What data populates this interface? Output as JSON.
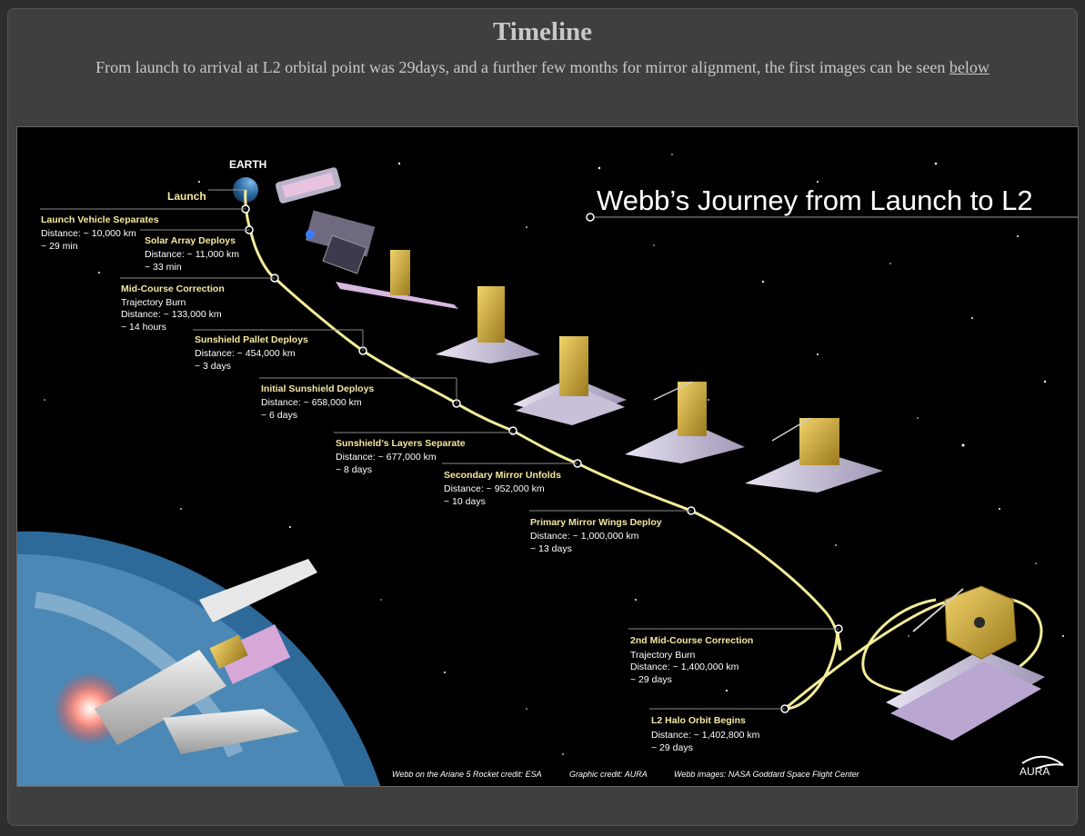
{
  "page": {
    "title": "Timeline",
    "subtitle_text": "From launch to arrival at L2 orbital point was 29days, and a further few months for mirror alignment, the first images can be seen ",
    "subtitle_link": "below"
  },
  "graphic": {
    "heading": "Webb’s Journey from Launch to L2",
    "earth_label": "EARTH",
    "launch_label": "Launch",
    "milestones": [
      {
        "title": "Launch Vehicle Separates",
        "lines": [
          "Distance: ~ 10,000 km",
          "~ 29 min"
        ]
      },
      {
        "title": "Solar Array Deploys",
        "lines": [
          "Distance: ~ 11,000 km",
          "~ 33 min"
        ]
      },
      {
        "title": "Mid-Course Correction",
        "lines": [
          "Trajectory Burn",
          "Distance: ~ 133,000 km",
          "~ 14 hours"
        ]
      },
      {
        "title": "Sunshield Pallet Deploys",
        "lines": [
          "Distance: ~ 454,000 km",
          "~ 3 days"
        ]
      },
      {
        "title": "Initial Sunshield Deploys",
        "lines": [
          "Distance: ~ 658,000 km",
          "~ 6 days"
        ]
      },
      {
        "title": "Sunshield’s Layers Separate",
        "lines": [
          "Distance: ~ 677,000 km",
          "~ 8 days"
        ]
      },
      {
        "title": "Secondary Mirror Unfolds",
        "lines": [
          "Distance: ~ 952,000 km",
          "~ 10 days"
        ]
      },
      {
        "title": "Primary Mirror Wings Deploy",
        "lines": [
          "Distance: ~ 1,000,000 km",
          "~ 13 days"
        ]
      },
      {
        "title": "2nd Mid-Course Correction",
        "lines": [
          "Trajectory Burn",
          "Distance: ~ 1,400,000 km",
          "~ 29 days"
        ]
      },
      {
        "title": "L2 Halo Orbit Begins",
        "lines": [
          "Distance: ~ 1,402,800 km",
          "~ 29 days"
        ]
      }
    ],
    "credits": [
      "Webb on the Ariane 5 Rocket credit: ESA",
      "Graphic credit: AURA",
      "Webb images: NASA Goddard Space Flight Center"
    ],
    "logo_text": "AURA"
  },
  "colors": {
    "panel_bg": "#3f3f3f",
    "text": "#c8c8c8",
    "milestone_title": "#f5e9a0",
    "trajectory": "#f3ec9a"
  }
}
